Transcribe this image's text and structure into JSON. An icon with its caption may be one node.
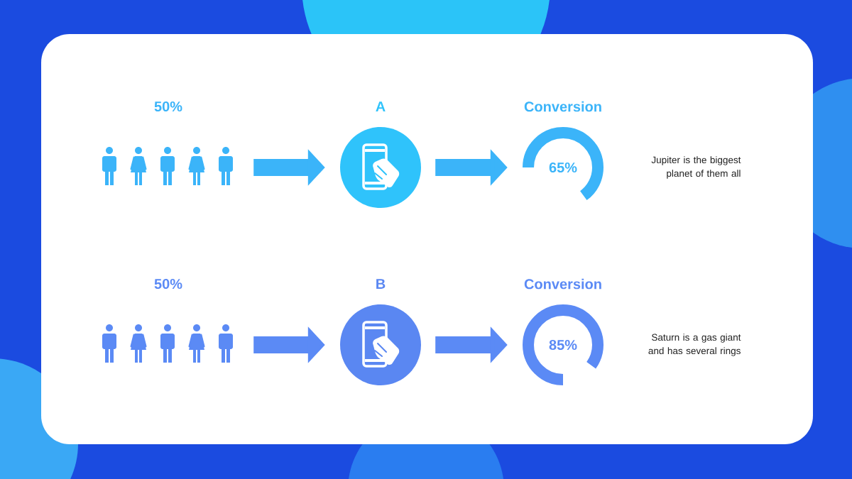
{
  "diagram": {
    "nodes": [
      {
        "text": [
          "50%"
        ]
      },
      {
        "text": [
          "A"
        ]
      },
      {
        "text": [
          "Conversion",
          "65%"
        ]
      },
      {
        "text": [
          "50%"
        ]
      },
      {
        "text": [
          "B"
        ]
      },
      {
        "text": [
          "Conversion",
          "85%"
        ]
      }
    ],
    "labels": [
      "Jupiter is the biggest planet of them all",
      "Saturn is a gas giant and has several rings"
    ],
    "edges": [
      {
        "from": 0,
        "to": 1,
        "arrow": "to"
      },
      {
        "from": 1,
        "to": 2,
        "arrow": "to"
      },
      {
        "from": 3,
        "to": 4,
        "arrow": "to",
        "color": "#5b8af5"
      },
      {
        "from": 4,
        "to": 5,
        "arrow": "to",
        "color": "#5b8af5"
      }
    ]
  }
}
